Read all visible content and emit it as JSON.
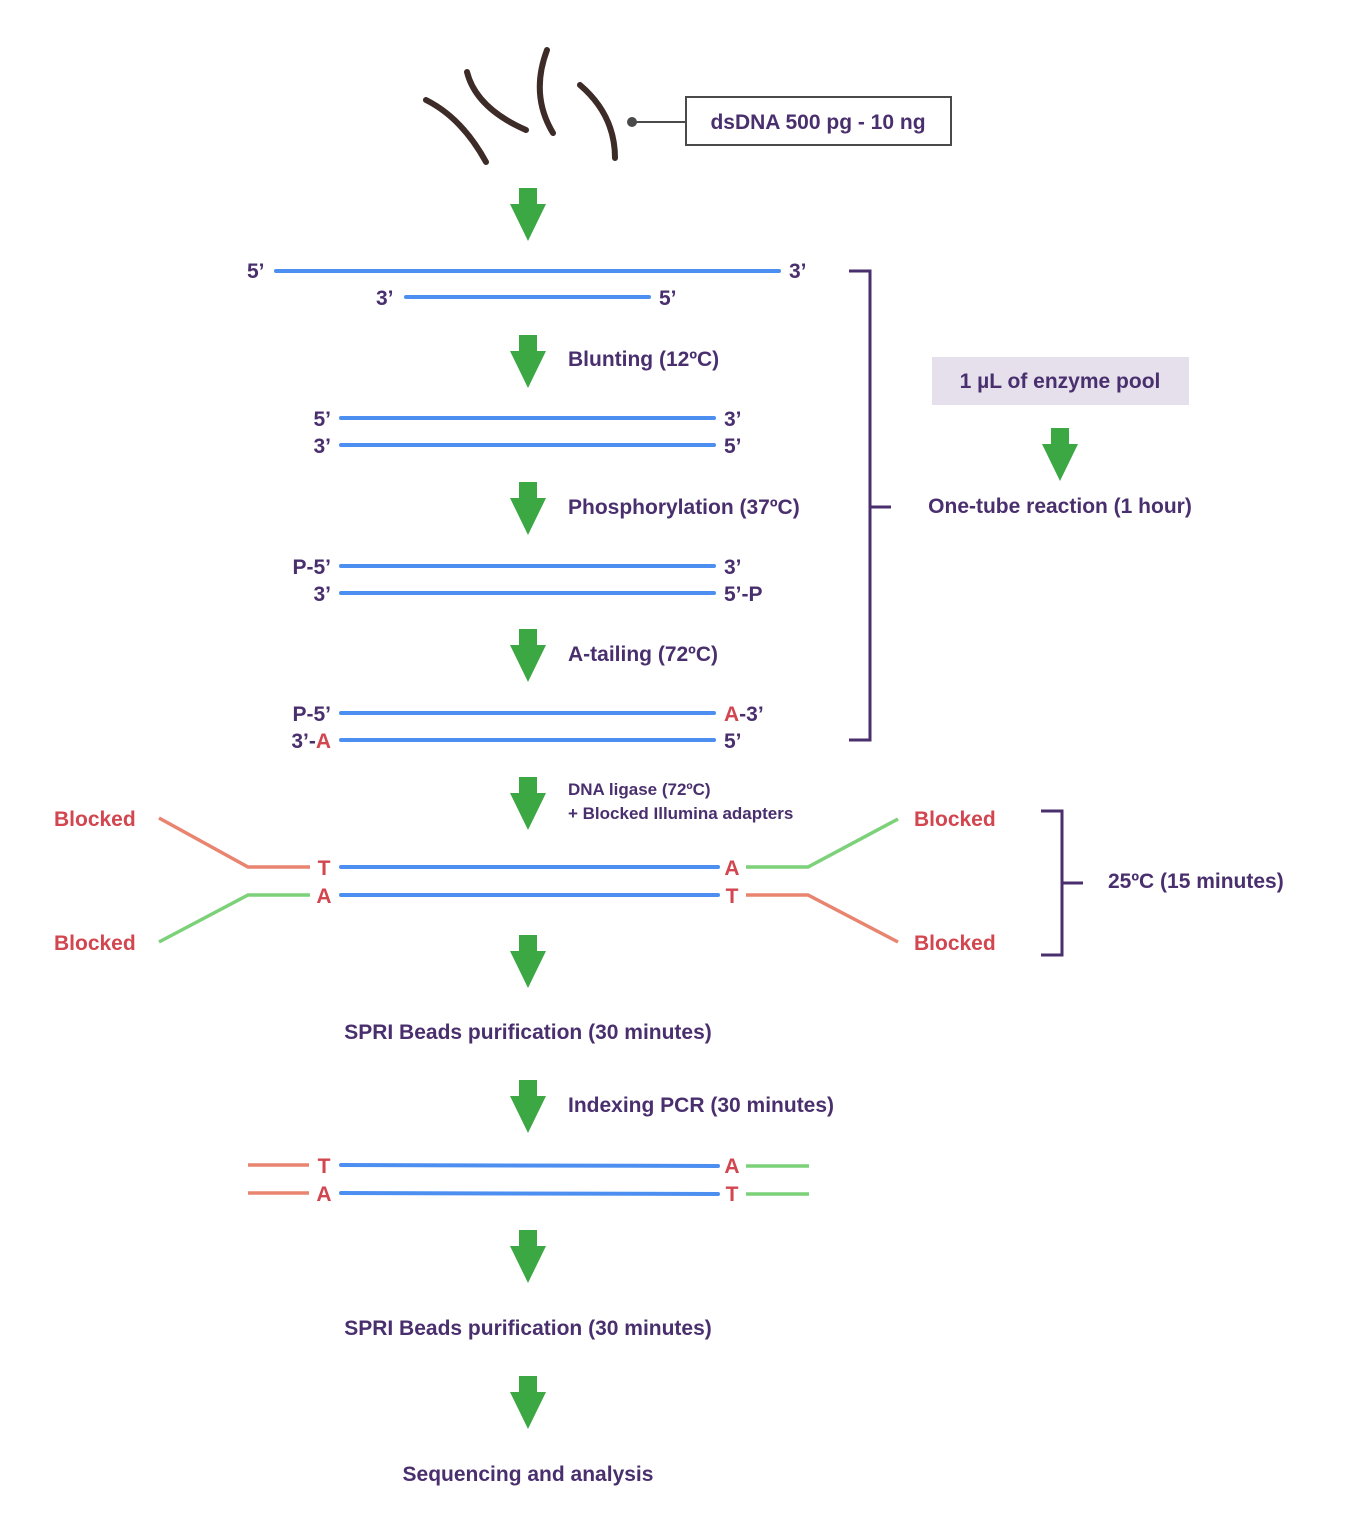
{
  "input": {
    "label": "dsDNA 500 pg - 10 ng"
  },
  "steps": {
    "blunting": "Blunting (12ºC)",
    "phosphorylation": "Phosphorylation (37ºC)",
    "a_tailing": "A-tailing (72ºC)",
    "ligase_line1": "DNA ligase (72ºC)",
    "ligase_line2": "+ Blocked Illumina adapters",
    "spri1": "SPRI Beads purification (30 minutes)",
    "indexing": "Indexing PCR (30 minutes)",
    "spri2": "SPRI Beads purification (30 minutes)",
    "sequencing": "Sequencing and analysis"
  },
  "side": {
    "enzyme_pool": "1 µL of enzyme pool",
    "one_tube": "One-tube reaction (1 hour)",
    "ligation_temp": "25ºC (15 minutes)"
  },
  "ends": {
    "five": "5’",
    "three": "3’",
    "p_five": "P-5’",
    "five_p": "5’-P",
    "three_dash": "-3’",
    "three_dash_left": "3’-",
    "a": "A",
    "t": "T"
  },
  "adapter_label": "Blocked",
  "colors": {
    "text": "#4a2f6e",
    "strand": "#4d8ff0",
    "arrow": "#3ca844",
    "red_text": "#d2464f",
    "adapter_red": "#e8846f",
    "adapter_green": "#7cd179",
    "enzyme_box": "#e5e0ec",
    "fragment": "#3d2b28"
  }
}
